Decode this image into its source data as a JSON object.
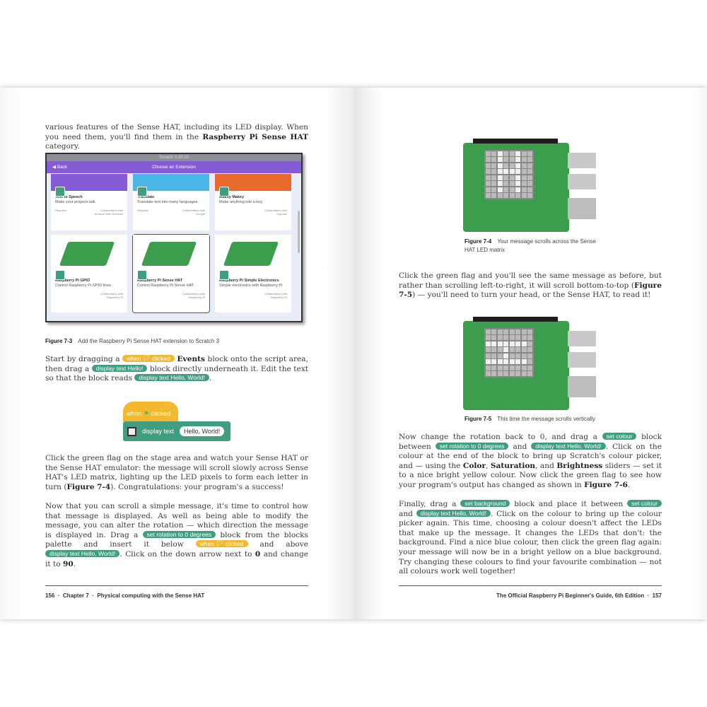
{
  "left": {
    "p1": [
      {
        "t": "various features of the Sense HAT, including its LED display. When you need them, you'll find them in the "
      },
      {
        "b": "Raspberry Pi Sense HAT"
      },
      {
        "t": " category."
      }
    ],
    "scratch": {
      "title": "Scratch 3.30.10",
      "back": "Back",
      "header": "Choose an Extension",
      "cards": [
        {
          "title": "Text to Speech",
          "desc": "Make your projects talk.",
          "req": "Requires",
          "collab": "Collaboration with",
          "partner": "Amazon Web Services",
          "color": "#855cd6"
        },
        {
          "title": "Translate",
          "desc": "Translate text into many languages.",
          "req": "Requires",
          "collab": "Collaboration with",
          "partner": "Google",
          "color": "#4cb6e6"
        },
        {
          "title": "Makey Makey",
          "desc": "Make anything into a key.",
          "req": "",
          "collab": "Collaboration with",
          "partner": "JoyLabz",
          "color": "#e86a2c"
        },
        {
          "title": "Raspberry Pi GPIO",
          "desc": "Control Raspberry Pi GPIO lines",
          "req": "",
          "collab": "Collaboration with",
          "partner": "Raspberry Pi",
          "color": "#fff"
        },
        {
          "title": "Raspberry Pi Sense HAT",
          "desc": "Control Raspberry Pi Sense HAT",
          "req": "",
          "collab": "Collaboration with",
          "partner": "Raspberry Pi",
          "color": "#fff"
        },
        {
          "title": "Raspberry Pi Simple Electronics",
          "desc": "Simple electronics with Raspberry Pi",
          "req": "",
          "collab": "Collaboration with",
          "partner": "Raspberry Pi",
          "color": "#fff"
        }
      ]
    },
    "fig3": {
      "label": "Figure 7-3",
      "text": "Add the Raspberry Pi Sense HAT extension to Scratch 3"
    },
    "p2": [
      {
        "t": "Start by dragging a "
      },
      {
        "py": "when 🏳 clicked"
      },
      {
        "t": " "
      },
      {
        "b": "Events"
      },
      {
        "t": " block onto the script area, then drag a "
      },
      {
        "p": "display text Hello!"
      },
      {
        "t": " block directly underneath it. Edit the text so that the block reads "
      },
      {
        "p": "display text Hello, World!"
      },
      {
        "t": "."
      }
    ],
    "script": {
      "hat": "when",
      "hat2": "clicked",
      "block": "display text",
      "value": "Hello, World!"
    },
    "p3": [
      {
        "t": "Click the green flag on the stage area and watch your Sense HAT or the Sense HAT emulator: the message will scroll slowly across Sense HAT's LED matrix, lighting up the LED pixels to form each letter in turn ("
      },
      {
        "b": "Figure 7-4"
      },
      {
        "t": "). Congratulations: your program's a success!"
      }
    ],
    "p4": [
      {
        "t": "Now that you can scroll a simple message, it's time to control how that message is displayed. As well as being able to modify the message, you can alter the rotation — which direction the message is displayed in. Drag a "
      },
      {
        "p": "set rotation to 0 degrees"
      },
      {
        "t": " block from the blocks palette and insert it below "
      },
      {
        "py": "when 🏳 clicked"
      },
      {
        "t": " and above "
      },
      {
        "p": "display text Hello, World!"
      },
      {
        "t": ". Click on the down arrow next to "
      },
      {
        "b": "0"
      },
      {
        "t": " and change it to "
      },
      {
        "b": "90"
      },
      {
        "t": "."
      }
    ],
    "footer": "156  ·  Chapter 7  ·  Physical computing with the Sense HAT"
  },
  "right": {
    "fig4": {
      "label": "Figure 7-4",
      "text": "Your message scrolls across the Sense HAT LED matrix"
    },
    "p1": [
      {
        "t": "Click the green flag and you'll see the same message as before, but rather than scrolling left-to-right, it will scroll bottom-to-top ("
      },
      {
        "b": "Figure 7-5"
      },
      {
        "t": ") — you'll need to turn your head, or the Sense HAT, to read it!"
      }
    ],
    "fig5": {
      "label": "Figure 7-5",
      "text": "This time the message scrolls vertically"
    },
    "p2": [
      {
        "t": "Now change the rotation back to 0, and drag a "
      },
      {
        "p": "set colour"
      },
      {
        "t": " block between "
      },
      {
        "p": "set rotation to 0 degrees"
      },
      {
        "t": " and "
      },
      {
        "p": "display text Hello, World!"
      },
      {
        "t": ". Click on the colour at the end of the block to bring up Scratch's colour picker, and — using the "
      },
      {
        "b": "Color"
      },
      {
        "t": ", "
      },
      {
        "b": "Saturation"
      },
      {
        "t": ", and "
      },
      {
        "b": "Brightness"
      },
      {
        "t": " sliders — set it to a nice bright yellow colour. Now click the green flag to see how your program's output has changed as shown in "
      },
      {
        "b": "Figure 7-6"
      },
      {
        "t": "."
      }
    ],
    "p3": [
      {
        "t": "Finally, drag a "
      },
      {
        "p": "set background"
      },
      {
        "t": " block and place it between "
      },
      {
        "p": "set colour"
      },
      {
        "t": " and "
      },
      {
        "p": "display text Hello, World!"
      },
      {
        "t": ". Click on the colour to bring up the colour picker again. This time, choosing a colour doesn't affect the LEDs that make up the message. It changes the LEDs that don't: the background. Find a nice blue colour, then click the green flag again: your message will now be in a bright yellow on a blue background. Try changing these colours to find your favourite combination — not all colours work well together!"
      }
    ],
    "footer": "The Official Raspberry Pi Beginner's Guide, 6th Edition  ·  157"
  },
  "colors": {
    "events": "#f2b82f",
    "sensehat": "#3f9e7f",
    "scratch_header": "#855cd6"
  }
}
